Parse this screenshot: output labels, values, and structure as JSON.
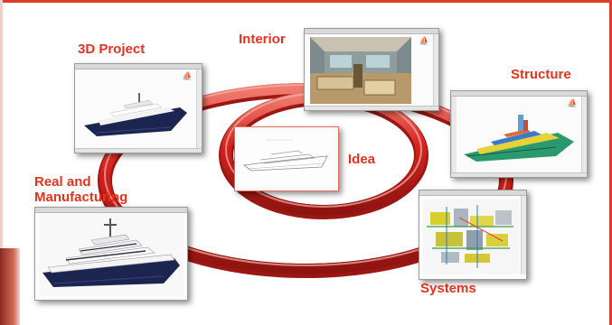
{
  "labels": {
    "project": "3D Project",
    "interior": "Interior",
    "structure": "Structure",
    "idea": "Idea",
    "real": "Real and Manufacturing",
    "real_line1": "Real and",
    "real_line2": "Manufacturing",
    "systems": "Systems"
  },
  "colors": {
    "accent": "#e8321f",
    "ring": "#d4211c",
    "ring_highlight": "#f2a49b",
    "hull_dark": "#1c2450",
    "hull_white": "#f4f4f4"
  },
  "icons": {
    "window_logo": "yacht-logo-icon"
  }
}
